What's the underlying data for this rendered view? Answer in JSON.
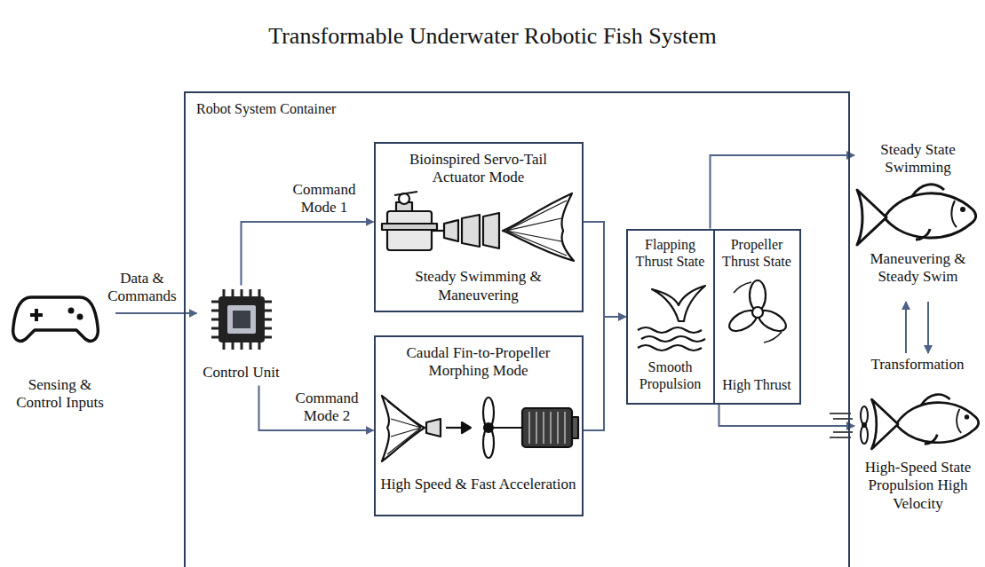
{
  "diagram": {
    "title": "Transformable Underwater Robotic Fish System",
    "nodes": [
      {
        "text": [
          "Sensing & Control Inputs"
        ]
      },
      {
        "text": [
          "Robot System Container"
        ]
      },
      {
        "text": [
          "Control Unit"
        ],
        "in": 1
      },
      {
        "text": [
          "Bioinspired Servo-Tail Actuator Mode",
          "Steady Swimming & Maneuvering"
        ],
        "in": 1
      },
      {
        "text": [
          "Caudal Fin-to-Propeller Morphing Mode",
          "High Speed & Fast Acceleration"
        ],
        "in": 1
      },
      {
        "text": [
          "Flapping Thrust State",
          "Smooth Propulsion"
        ],
        "in": 1
      },
      {
        "text": [
          "Propeller Thrust State",
          "High Thrust"
        ],
        "in": 1
      },
      {
        "text": [
          "Steady State Swimming",
          "Maneuvering & Steady Swim"
        ]
      },
      {
        "text": [
          "High-Speed State Propulsion High Velocity"
        ]
      }
    ],
    "edges": [
      {
        "from": 0,
        "to": 2,
        "label": "Data & Commands",
        "arrow": "to"
      },
      {
        "from": 2,
        "to": 3,
        "label": "Command Mode 1",
        "arrow": "to"
      },
      {
        "from": 2,
        "to": 4,
        "label": "Command Mode 2",
        "arrow": "to"
      },
      {
        "from": 3,
        "to": 5,
        "arrow": "to"
      },
      {
        "from": 4,
        "to": 5,
        "arrow": "to"
      },
      {
        "from": 5,
        "to": 7,
        "arrow": "to"
      },
      {
        "from": 6,
        "to": 8,
        "arrow": "to"
      },
      {
        "from": 8,
        "to": 7,
        "arrow": "to"
      },
      {
        "from": 7,
        "to": 8,
        "arrow": "to"
      }
    ],
    "labels": [
      "Transformation"
    ]
  }
}
